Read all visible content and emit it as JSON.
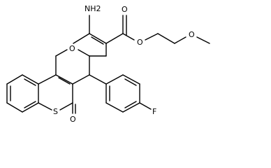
{
  "molecule": {
    "atom_labels": {
      "amine": "NH2",
      "ring_oxygen": "O",
      "ester_carbonyl_oxygen": "O",
      "ester_alkoxy_oxygen": "O",
      "ether_oxygen": "O",
      "thioester_sulfur": "S",
      "thioester_carbonyl_oxygen": "O",
      "fluorine": "F"
    }
  }
}
